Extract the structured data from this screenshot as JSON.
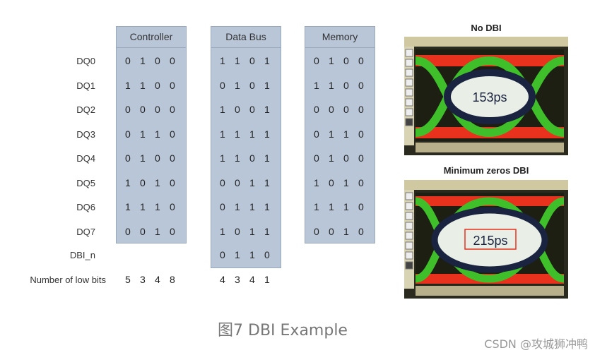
{
  "columns": {
    "controller": "Controller",
    "databus": "Data Bus",
    "memory": "Memory"
  },
  "rows": [
    {
      "label": "DQ0",
      "controller": [
        "0",
        "1",
        "0",
        "0"
      ],
      "databus": [
        "1",
        "1",
        "0",
        "1"
      ],
      "memory": [
        "0",
        "1",
        "0",
        "0"
      ]
    },
    {
      "label": "DQ1",
      "controller": [
        "1",
        "1",
        "0",
        "0"
      ],
      "databus": [
        "0",
        "1",
        "0",
        "1"
      ],
      "memory": [
        "1",
        "1",
        "0",
        "0"
      ]
    },
    {
      "label": "DQ2",
      "controller": [
        "0",
        "0",
        "0",
        "0"
      ],
      "databus": [
        "1",
        "0",
        "0",
        "1"
      ],
      "memory": [
        "0",
        "0",
        "0",
        "0"
      ]
    },
    {
      "label": "DQ3",
      "controller": [
        "0",
        "1",
        "1",
        "0"
      ],
      "databus": [
        "1",
        "1",
        "1",
        "1"
      ],
      "memory": [
        "0",
        "1",
        "1",
        "0"
      ]
    },
    {
      "label": "DQ4",
      "controller": [
        "0",
        "1",
        "0",
        "0"
      ],
      "databus": [
        "1",
        "1",
        "0",
        "1"
      ],
      "memory": [
        "0",
        "1",
        "0",
        "0"
      ]
    },
    {
      "label": "DQ5",
      "controller": [
        "1",
        "0",
        "1",
        "0"
      ],
      "databus": [
        "0",
        "0",
        "1",
        "1"
      ],
      "memory": [
        "1",
        "0",
        "1",
        "0"
      ]
    },
    {
      "label": "DQ6",
      "controller": [
        "1",
        "1",
        "1",
        "0"
      ],
      "databus": [
        "0",
        "1",
        "1",
        "1"
      ],
      "memory": [
        "1",
        "1",
        "1",
        "0"
      ]
    },
    {
      "label": "DQ7",
      "controller": [
        "0",
        "0",
        "1",
        "0"
      ],
      "databus": [
        "1",
        "0",
        "1",
        "1"
      ],
      "memory": [
        "0",
        "0",
        "1",
        "0"
      ]
    }
  ],
  "dbi": {
    "label": "DBI_n",
    "databus": [
      "0",
      "1",
      "1",
      "0"
    ]
  },
  "low_bits": {
    "label": "Number of low bits",
    "controller": [
      "5",
      "3",
      "4",
      "8"
    ],
    "databus": [
      "4",
      "3",
      "4",
      "1"
    ]
  },
  "eyes": [
    {
      "title": "No DBI",
      "opening": "153ps"
    },
    {
      "title": "Minimum zeros DBI",
      "opening": "215ps"
    }
  ],
  "caption": "图7 DBI Example",
  "watermark": "CSDN @攻城狮冲鸭",
  "colors": {
    "column_fill": "#b9c6d8",
    "eye_red": "#e8321e",
    "eye_green": "#3fbf2a",
    "eye_dark": "#1a2340"
  }
}
